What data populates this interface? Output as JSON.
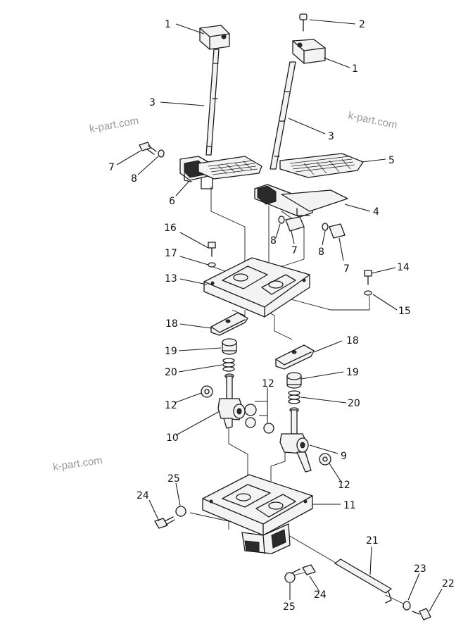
{
  "watermarks": [
    "k-part.com",
    "k-part.com",
    "k-part.com"
  ],
  "callouts": [
    "1",
    "2",
    "1",
    "3",
    "3",
    "7",
    "8",
    "5",
    "6",
    "4",
    "8",
    "7",
    "8",
    "7",
    "16",
    "17",
    "14",
    "13",
    "15",
    "18",
    "18",
    "19",
    "19",
    "20",
    "12",
    "20",
    "12",
    "10",
    "9",
    "12",
    "25",
    "24",
    "11",
    "21",
    "23",
    "22",
    "25",
    "24"
  ]
}
